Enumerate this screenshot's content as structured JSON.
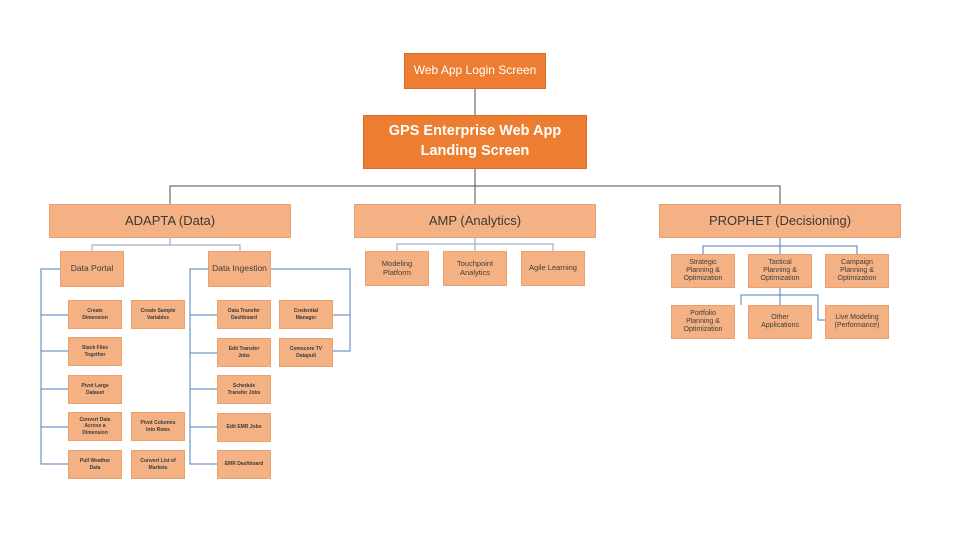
{
  "diagram": {
    "login": "Web App Login Screen",
    "landing": "GPS Enterprise Web App\nLanding Screen",
    "sections": {
      "adapta": {
        "title": "ADAPTA (Data)",
        "data_portal": {
          "title": "Data Portal",
          "items": {
            "create_dimension": "Create\nDimension",
            "create_sample_variables": "Create Sample\nVariables",
            "stack_files_together": "Stack Files\nTogether",
            "pivot_large_dataset": "Pivot Large\nDataset",
            "convert_date_across_dimension": "Convert Date\nAcross a\nDimension",
            "pivot_columns_into_rows": "Pivot Columns\nInto Rows",
            "pull_weather_data": "Pull Weather\nData",
            "convert_list_of_markets": "Convert List of\nMarkets"
          }
        },
        "data_ingestion": {
          "title": "Data Ingestion",
          "items": {
            "data_transfer_dashboard": "Data Transfer\nDashboard",
            "credential_manager": "Credential\nManager",
            "edit_transfer_jobs": "Edit Transfer\nJobs",
            "comscore_tv_datapull": "Comscore TV\nDatapull",
            "schedule_transfer_jobs": "Schedule\nTransfer Jobs",
            "edit_emr_jobs": "Edit EMR Jobs",
            "emr_dashboard": "EMR Dashboard"
          }
        }
      },
      "amp": {
        "title": "AMP (Analytics)",
        "items": {
          "modeling_platform": "Modeling\nPlatform",
          "touchpoint_analytics": "Touchpoint\nAnalytics",
          "agile_learning": "Agile Learning"
        }
      },
      "prophet": {
        "title": "PROPHET (Decisioning)",
        "items": {
          "strategic_planning": "Strategic\nPlanning &\nOptimization",
          "tactical_planning": "Tactical\nPlanning &\nOptimization",
          "campaign_planning": "Campaign\nPlanning &\nOptimization",
          "portfolio_planning": "Portfolio\nPlanning &\nOptimization",
          "other_applications": "Other\nApplications",
          "live_modeling": "Live Modeling\n(Performance)"
        }
      }
    }
  },
  "colors": {
    "dark_orange": "#ed7d31",
    "light_orange": "#f4b183",
    "connector_dark": "#4d4d4d",
    "connector_blue": "#4f7db8",
    "connector_gray": "#8aa0bb"
  }
}
